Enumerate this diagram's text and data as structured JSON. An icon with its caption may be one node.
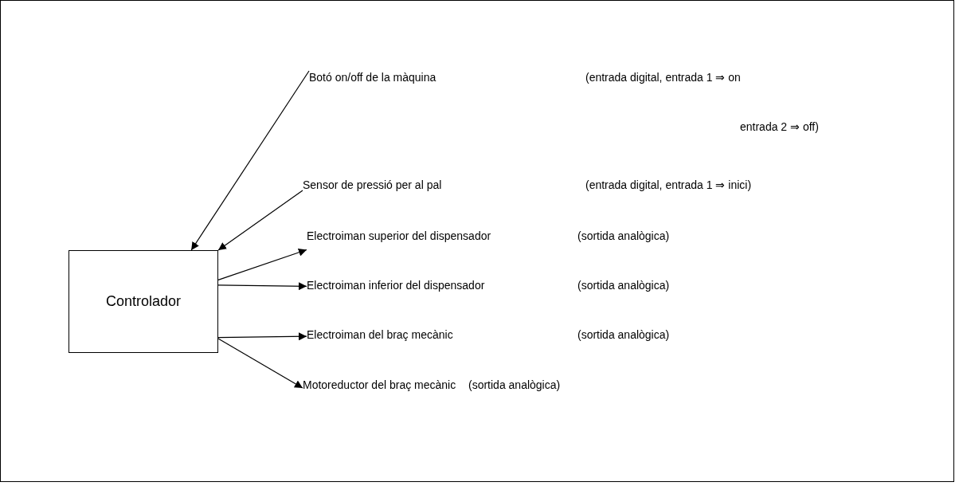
{
  "diagram": {
    "nodes": [
      {
        "text": [
          "Controlador"
        ]
      },
      {
        "text": [
          "Botó on/off de la màquina"
        ]
      },
      {
        "text": [
          "Sensor de pressió per al pal"
        ]
      },
      {
        "text": [
          "Electroiman superior del dispensador"
        ]
      },
      {
        "text": [
          "Electroiman inferior del dispensador"
        ]
      },
      {
        "text": [
          "Electroiman del braç mecànic"
        ]
      },
      {
        "text": [
          "Motoreductor del braç mecànic"
        ]
      }
    ],
    "edges": [
      {
        "from": 1,
        "to": 0,
        "arrow": "to"
      },
      {
        "from": 2,
        "to": 0,
        "arrow": "to"
      },
      {
        "from": 0,
        "to": 3,
        "arrow": "to"
      },
      {
        "from": 0,
        "to": 4,
        "arrow": "to"
      },
      {
        "from": 0,
        "to": 5,
        "arrow": "to"
      },
      {
        "from": 0,
        "to": 6,
        "arrow": "to"
      }
    ],
    "labels": [
      "(entrada digital, entrada 1 ⇒ on",
      "entrada 2 ⇒ off)",
      "(entrada digital, entrada 1 ⇒ inici)",
      "(sortida analògica)",
      "(sortida analògica)",
      "(sortida analògica)",
      "(sortida analògica)"
    ]
  }
}
